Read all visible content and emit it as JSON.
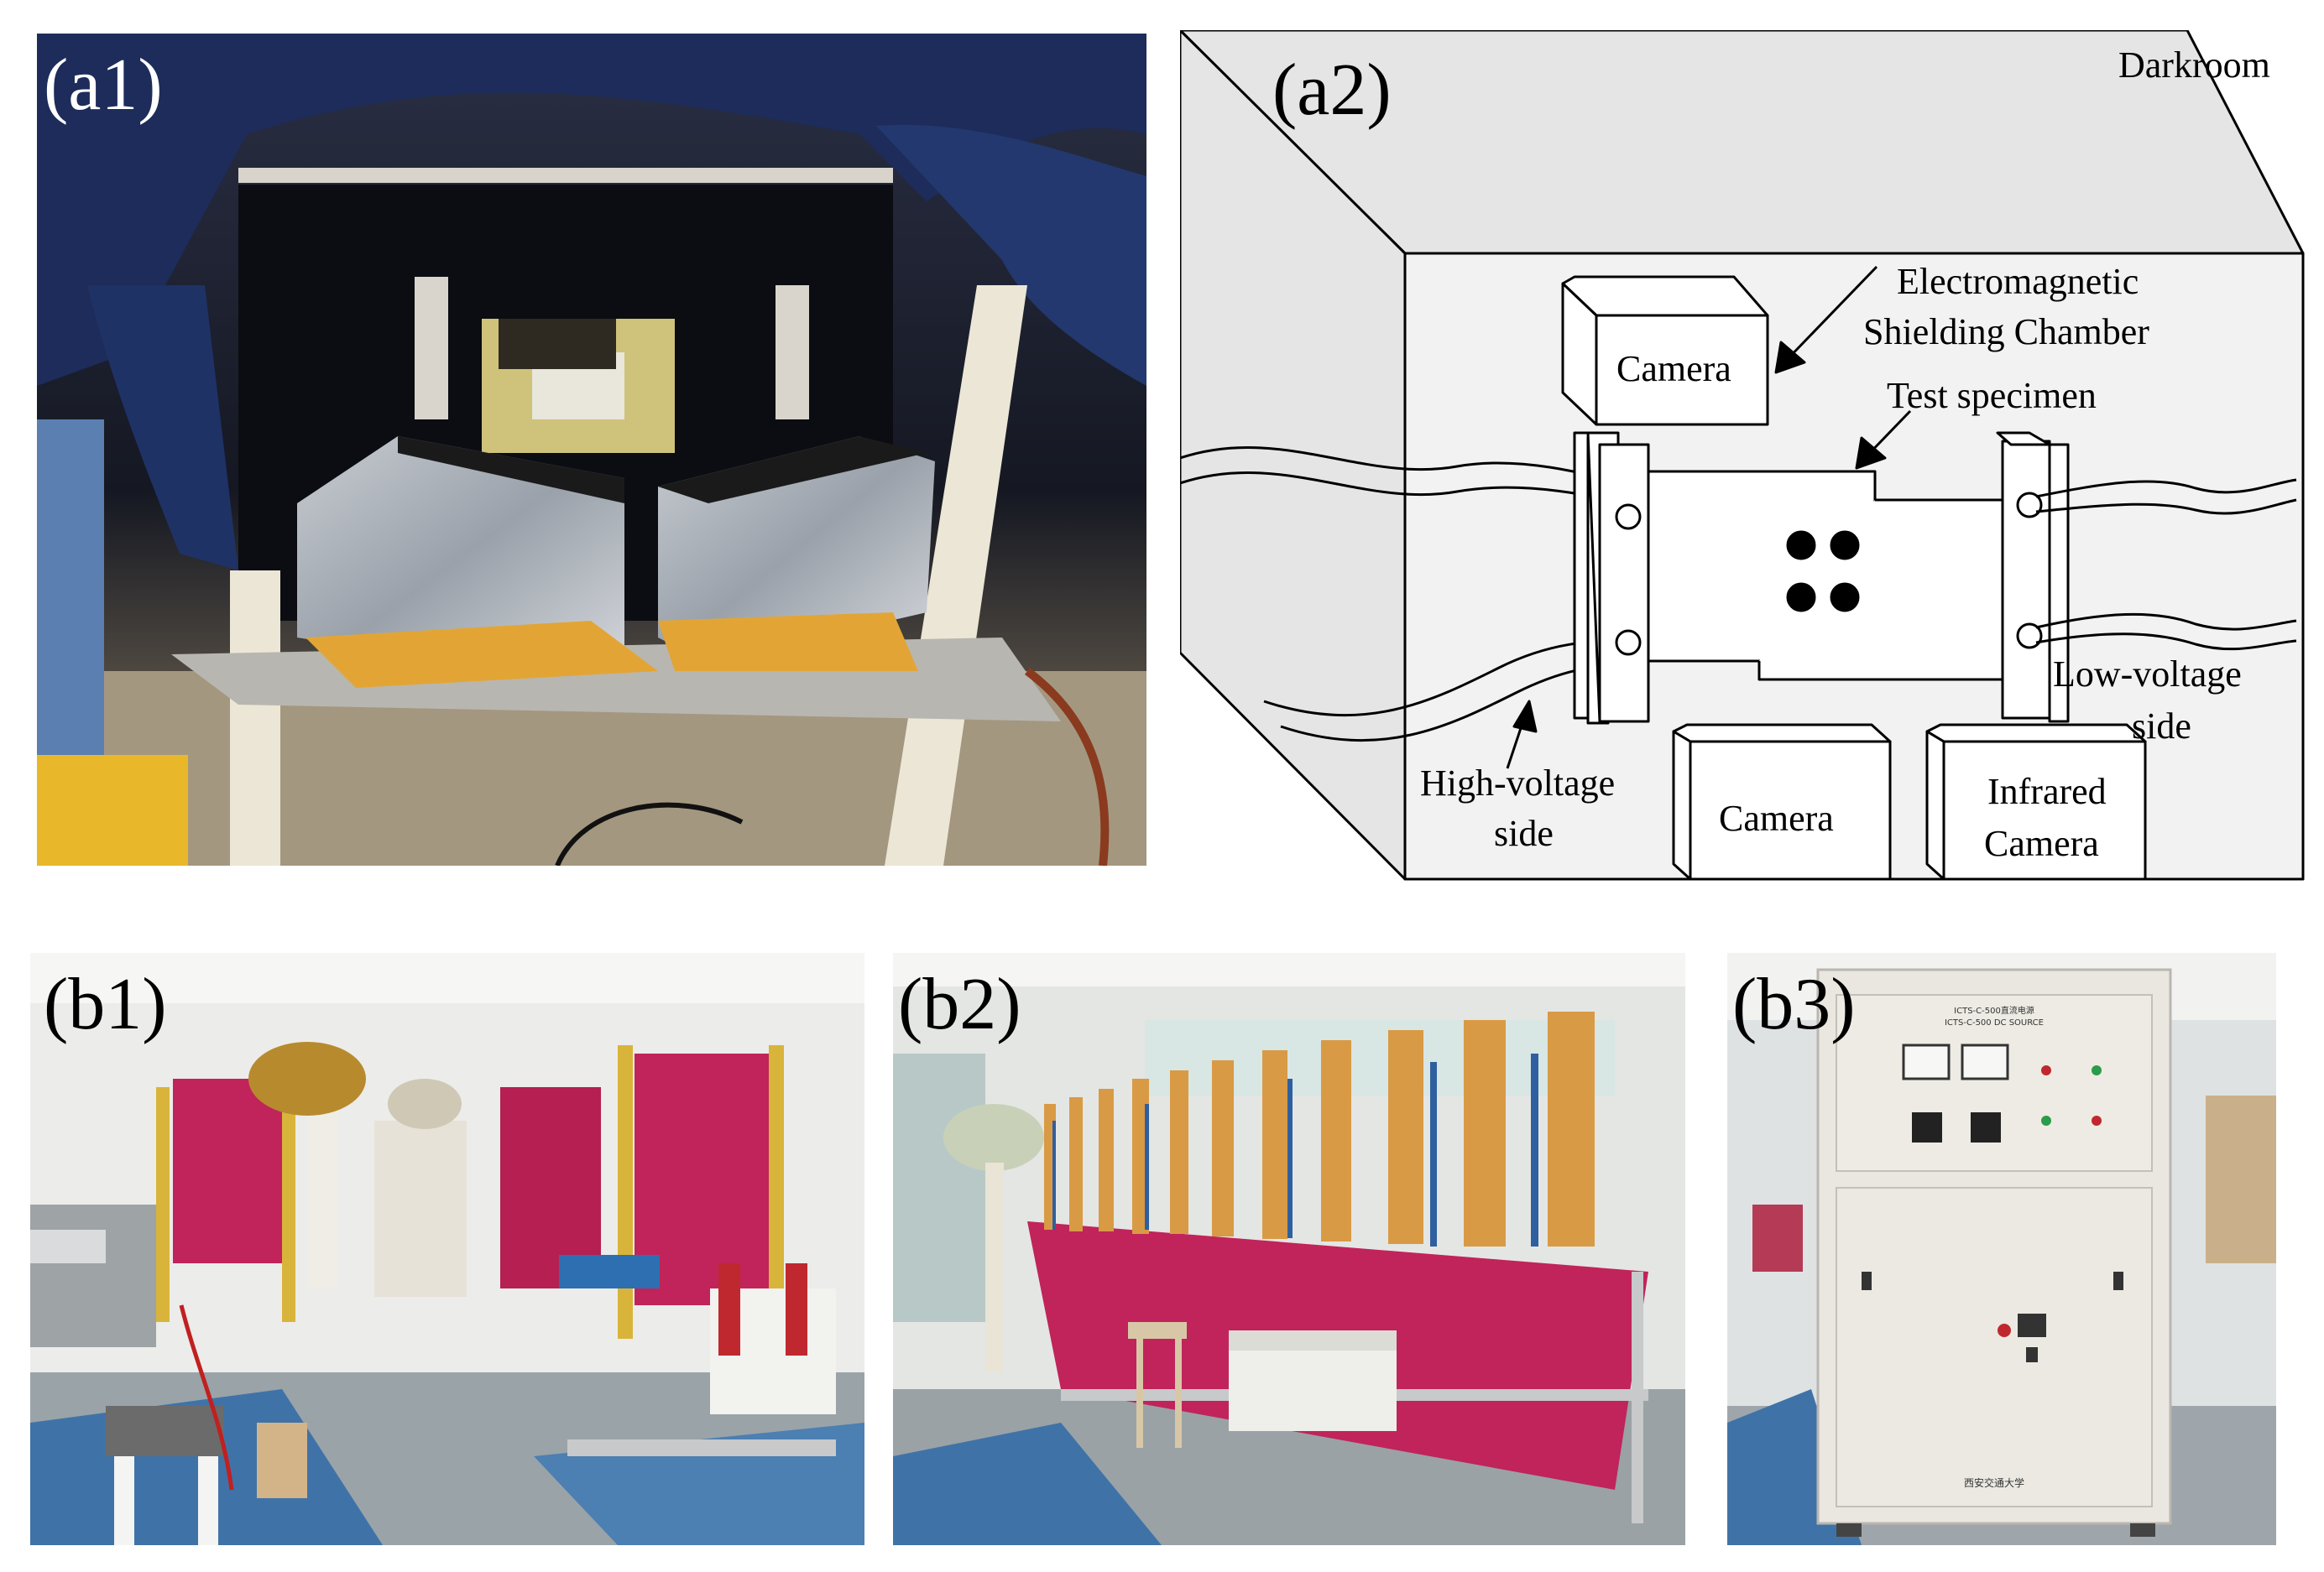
{
  "panels": {
    "a1": {
      "label": "(a1)"
    },
    "a2": {
      "label": "(a2)"
    },
    "b1": {
      "label": "(b1)"
    },
    "b2": {
      "label": "(b2)"
    },
    "b3": {
      "label": "(b3)"
    }
  },
  "diagram": {
    "darkroom": "Darkroom",
    "camera_top": "Camera",
    "shielding_line1": "Electromagnetic",
    "shielding_line2": "Shielding Chamber",
    "test_specimen": "Test specimen",
    "low_voltage_line1": "Low-voltage",
    "low_voltage_line2": "side",
    "high_voltage_line1": "High-voltage",
    "high_voltage_line2": "side",
    "camera_bottom": "Camera",
    "infrared_line1": "Infrared",
    "infrared_line2": "Camera"
  },
  "b3_device": {
    "title_line1": "ICTS-C-500直流电源",
    "title_line2": "ICTS-C-500 DC SOURCE",
    "maker": "西安交通大学"
  },
  "colors": {
    "darkroom_fill": "#e5e5e5",
    "apparatus_magenta": "#c0245a",
    "frame_yellow": "#d9b43a",
    "floor_blue": "#3f73a8"
  }
}
